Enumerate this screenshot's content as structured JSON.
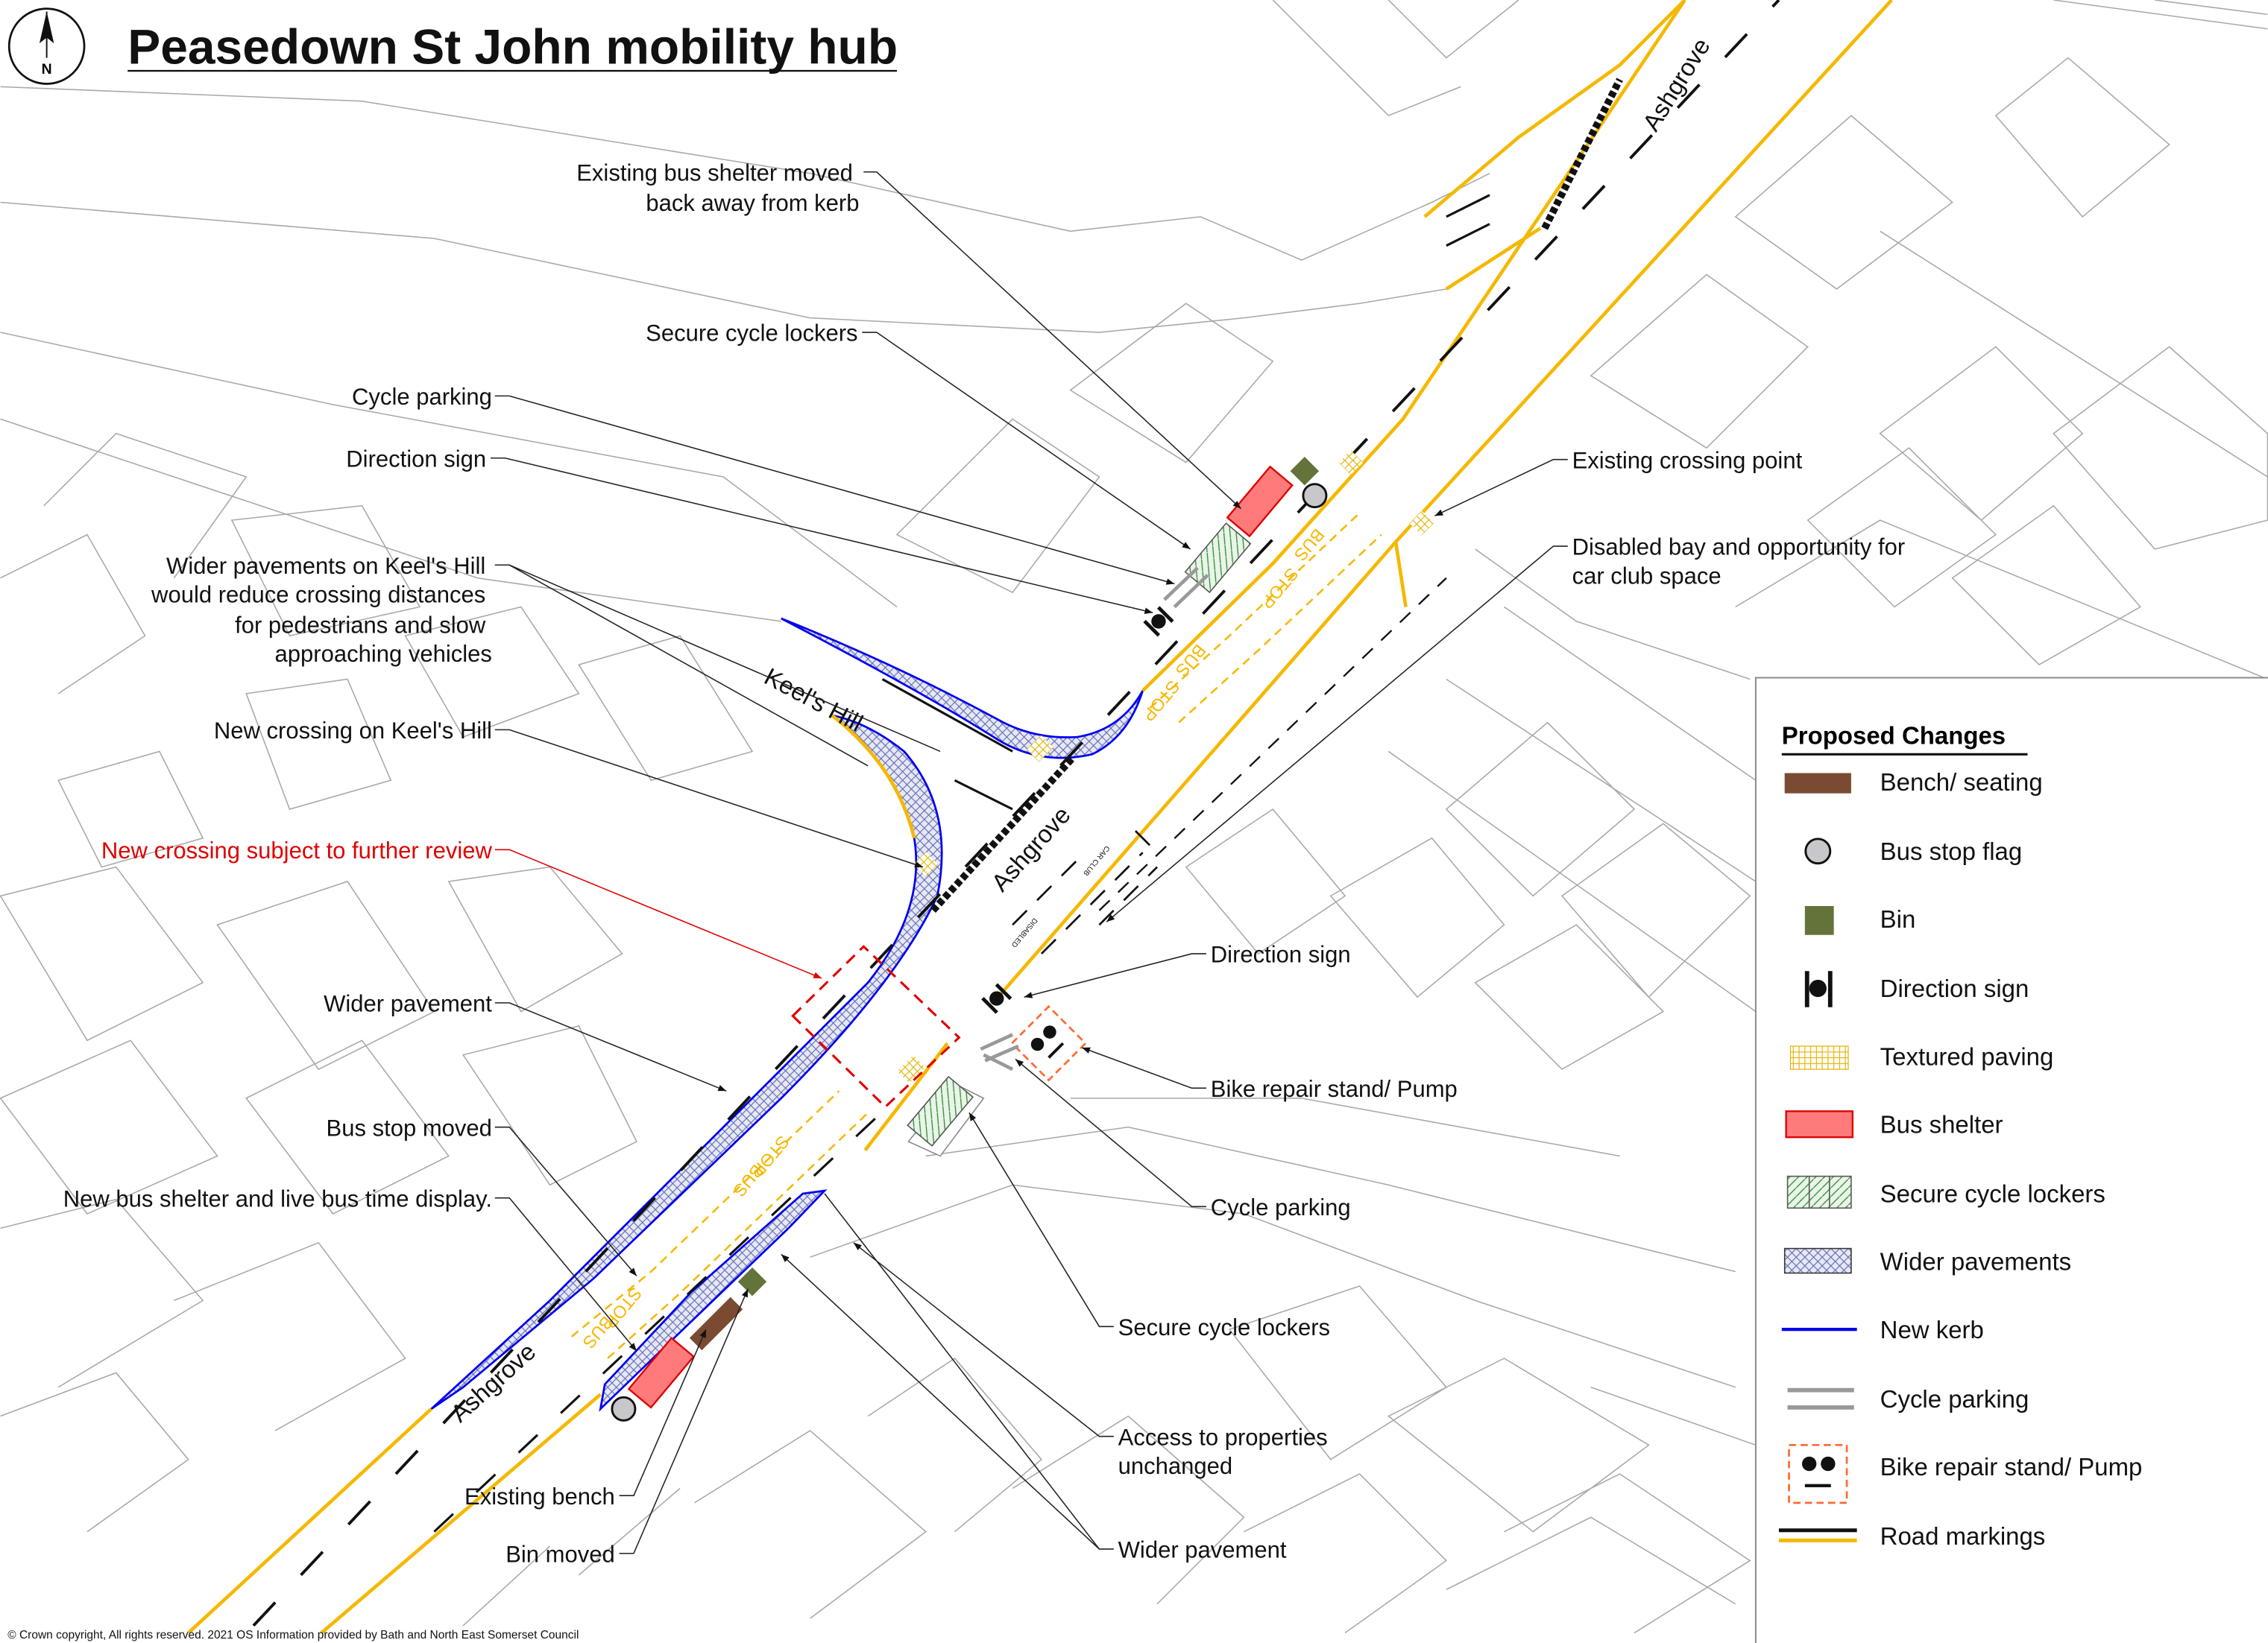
{
  "title": "Peasedown St John mobility hub",
  "north_label": "N",
  "copyright": "© Crown copyright, All rights reserved. 2021 OS Information provided by Bath and North East Somerset Council",
  "colors": {
    "kerb": "#f5b800",
    "new_kerb": "#0000ee",
    "bench": "#7a4a32",
    "bin": "#63733a",
    "bus_shelter": "#ff7a7a",
    "review": "#e00000",
    "bike_repair": "#ff6a33",
    "flag": "#c8c8cc"
  },
  "road_names": {
    "ashgrove_north": "Ashgrove",
    "ashgrove_mid": "Ashgrove",
    "ashgrove_south": "Ashgrove",
    "keels_hill": "Keel's Hill"
  },
  "road_markings": {
    "bus": "BUS",
    "stop": "STOP",
    "car_club": "CAR CLUB",
    "disabled": "DISABLED"
  },
  "annotations": {
    "existing_shelter": [
      "Existing bus shelter moved",
      "back away from kerb"
    ],
    "secure_lockers_top": "Secure cycle lockers",
    "cycle_parking_top": "Cycle parking",
    "direction_sign_top": "Direction sign",
    "wider_pavements_keels": [
      "Wider pavements on Keel's Hill",
      "would reduce crossing distances",
      "for pedestrians and slow",
      "approaching vehicles"
    ],
    "new_crossing": "New crossing on Keel's Hill",
    "crossing_review": "New crossing subject to further review",
    "wider_pavement_left": "Wider pavement",
    "bus_stop_moved": "Bus stop moved",
    "new_shelter": "New bus shelter and live bus time display.",
    "existing_bench": "Existing bench",
    "bin_moved": "Bin moved",
    "existing_crossing": "Existing crossing point",
    "disabled_bay": [
      "Disabled bay and opportunity for",
      "car club space"
    ],
    "direction_sign_right": "Direction sign",
    "bike_repair": "Bike repair stand/ Pump",
    "cycle_parking_right": "Cycle parking",
    "secure_lockers_right": "Secure cycle lockers",
    "access_properties": [
      "Access to properties",
      "unchanged"
    ],
    "wider_pavement_right": "Wider pavement"
  },
  "legend": {
    "title": "Proposed Changes",
    "items": [
      {
        "label": "Bench/ seating",
        "icon": "bench-icon"
      },
      {
        "label": "Bus stop flag",
        "icon": "bus-stop-flag-icon"
      },
      {
        "label": "Bin",
        "icon": "bin-icon"
      },
      {
        "label": "Direction sign",
        "icon": "direction-sign-icon"
      },
      {
        "label": "Textured paving",
        "icon": "textured-paving-icon"
      },
      {
        "label": "Bus shelter",
        "icon": "bus-shelter-icon"
      },
      {
        "label": "Secure cycle lockers",
        "icon": "cycle-locker-icon"
      },
      {
        "label": "Wider pavements",
        "icon": "wider-pavement-icon"
      },
      {
        "label": "New kerb",
        "icon": "new-kerb-icon"
      },
      {
        "label": "Cycle parking",
        "icon": "cycle-parking-icon"
      },
      {
        "label": "Bike repair stand/ Pump",
        "icon": "bike-repair-icon"
      },
      {
        "label": "Road markings",
        "icon": "road-markings-icon"
      }
    ]
  }
}
